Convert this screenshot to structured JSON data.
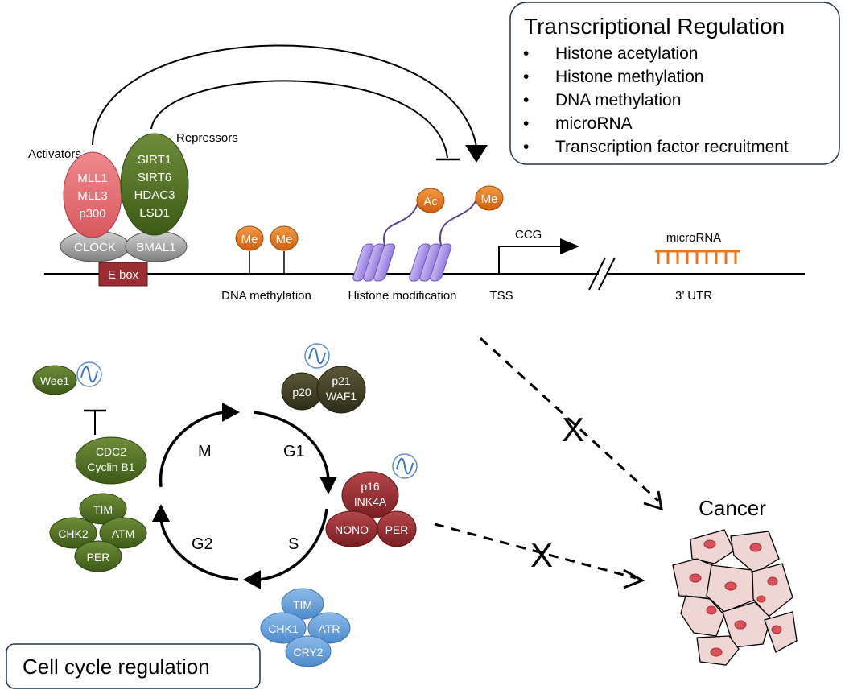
{
  "transcriptional_regulation": {
    "title": "Transcriptional Regulation",
    "items": [
      "Histone acetylation",
      "Histone methylation",
      "DNA methylation",
      "microRNA",
      "Transcription factor recruitment"
    ]
  },
  "gene_region": {
    "activators_label": "Activators",
    "repressors_label": "Repressors",
    "activator_proteins": [
      "MLL1",
      "MLL3",
      "p300"
    ],
    "repressor_proteins": [
      "SIRT1",
      "SIRT6",
      "HDAC3",
      "LSD1"
    ],
    "clock_label": "CLOCK",
    "bmal1_label": "BMAL1",
    "ebox_label": "E box",
    "me_label": "Me",
    "ac_label": "Ac",
    "dna_methylation_label": "DNA methylation",
    "histone_modification_label": "Histone modification",
    "tss_label": "TSS",
    "ccg_label": "CCG",
    "microrna_label": "microRNA",
    "utr_label": "3’ UTR"
  },
  "cell_cycle": {
    "title": "Cell cycle regulation",
    "phases": {
      "m": "M",
      "g1": "G1",
      "s": "S",
      "g2": "G2"
    },
    "wee1": "Wee1",
    "cdc2": [
      "CDC2",
      "Cyclin B1"
    ],
    "g2_cluster": {
      "tim": "TIM",
      "chk2": "CHK2",
      "atm": "ATM",
      "per": "PER"
    },
    "p20": "p20",
    "p21": [
      "p21",
      "WAF1"
    ],
    "p16": [
      "p16",
      "INK4A"
    ],
    "nono": "NONO",
    "per_red": "PER",
    "s_cluster": {
      "tim": "TIM",
      "chk1": "CHK1",
      "atr": "ATR",
      "cry2": "CRY2"
    },
    "cancer_label": "Cancer",
    "blocked_mark": "X"
  },
  "colors": {
    "dark_green": "#4a6a1f",
    "pink": "#e46d72",
    "dark_olive": "#3b3a22",
    "dark_red": "#8e2a2e",
    "blue": "#6aa1dd",
    "orange": "#e27216",
    "gray": "#8a8a8a",
    "ebox": "#9b2d35",
    "histone": "#b39ee8",
    "cell": "#f0d5d5",
    "nucleus": "#d9525a"
  }
}
